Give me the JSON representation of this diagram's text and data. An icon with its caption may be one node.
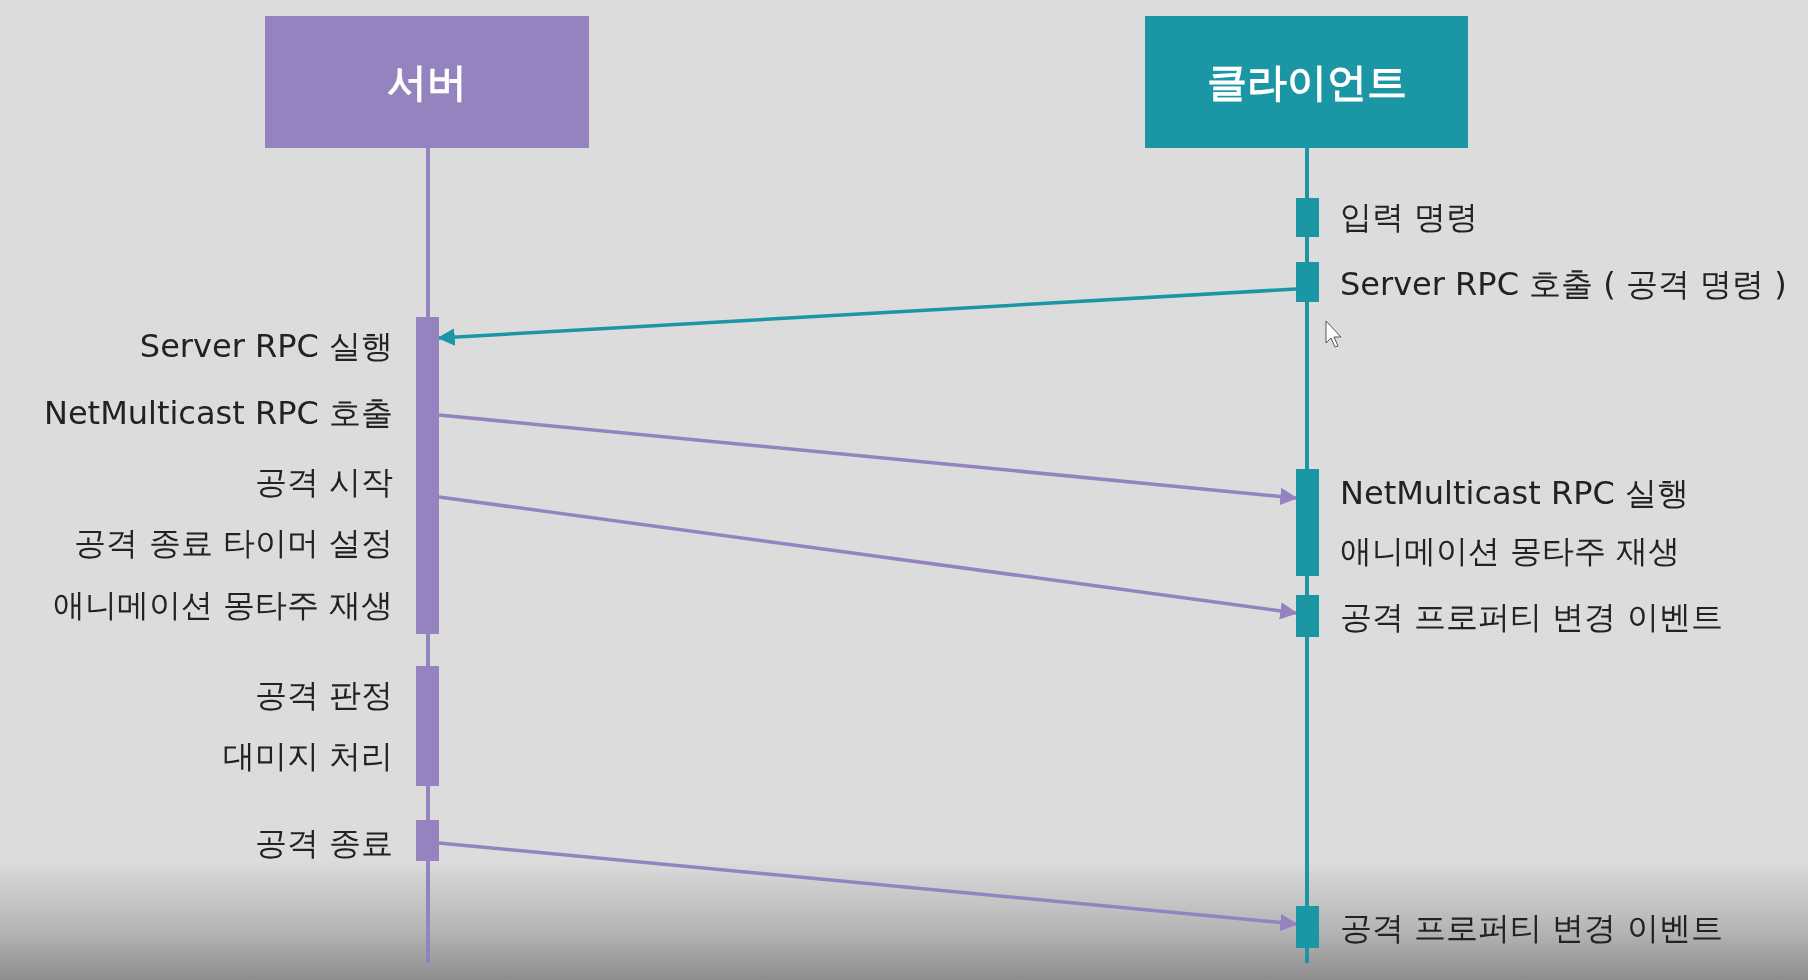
{
  "diagram": {
    "nodes": [
      {
        "text": [
          "서버"
        ]
      },
      {
        "text": [
          "클라이언트"
        ]
      },
      {
        "text": [],
        "shape": "bar",
        "beside": [
          "입력 명령"
        ]
      },
      {
        "text": [],
        "shape": "bar",
        "beside": [
          "Server RPC 호출 ( 공격 명령 )"
        ]
      },
      {
        "text": [],
        "shape": "bar",
        "beside": [
          "Server RPC 실행",
          "NetMulticast RPC 호출",
          "공격 시작",
          "공격 종료 타이머 설정",
          "애니메이션 몽타주 재생"
        ]
      },
      {
        "text": [],
        "shape": "bar",
        "beside": [
          "NetMulticast RPC 실행",
          "애니메이션 몽타주 재생"
        ]
      },
      {
        "text": [],
        "shape": "bar",
        "beside": [
          "공격 프로퍼티 변경 이벤트"
        ]
      },
      {
        "text": [],
        "shape": "bar",
        "beside": [
          "공격 판정",
          "대미지 처리"
        ]
      },
      {
        "text": [],
        "shape": "bar",
        "beside": [
          "공격 종료"
        ]
      },
      {
        "text": [],
        "shape": "bar",
        "beside": [
          "공격 프로퍼티 변경 이벤트"
        ]
      }
    ],
    "edges": [
      {
        "from": 3,
        "to": 4,
        "arrow": "to",
        "color": "#1b96a4"
      },
      {
        "from": 4,
        "to": 5,
        "arrow": "to"
      },
      {
        "from": 4,
        "to": 6,
        "arrow": "to"
      },
      {
        "from": 8,
        "to": 9,
        "arrow": "to"
      }
    ]
  }
}
